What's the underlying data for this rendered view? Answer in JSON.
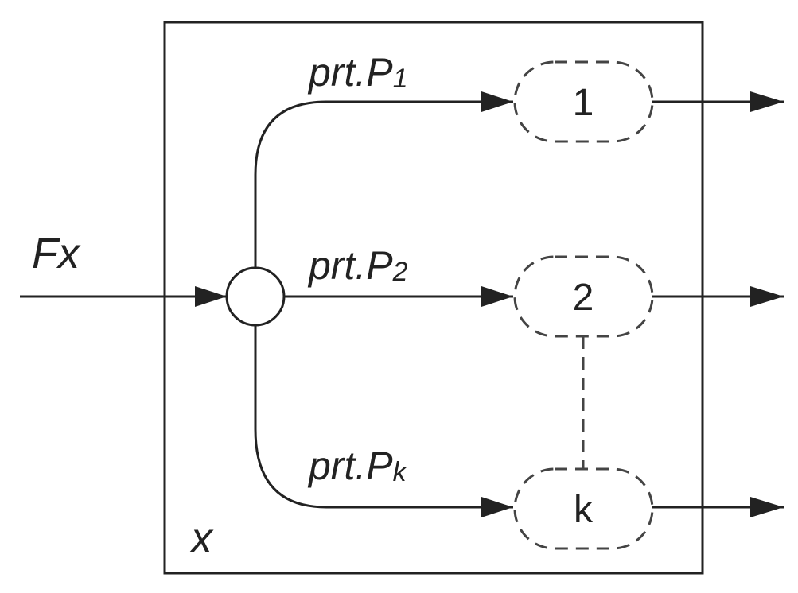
{
  "colors": {
    "ink": "#222222",
    "dash": "#444444",
    "background": "#ffffff"
  },
  "diagram": {
    "input_label": "Fx",
    "box_label": "x",
    "branches": [
      {
        "prefix": "prt.P",
        "subscript": "1",
        "node_label": "1"
      },
      {
        "prefix": "prt.P",
        "subscript": "2",
        "node_label": "2"
      },
      {
        "prefix": "prt.P",
        "subscript": "k",
        "node_label": "k"
      }
    ]
  }
}
